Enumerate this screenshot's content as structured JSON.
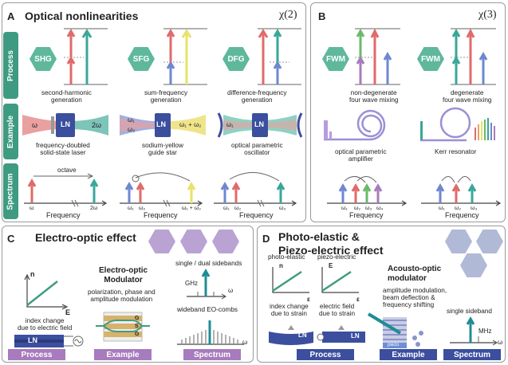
{
  "panel_a": {
    "letter": "A",
    "title": "Optical nonlinearities",
    "chi": "χ(2)",
    "rows": [
      "Process",
      "Example",
      "Spectrum"
    ],
    "processes": [
      {
        "tag": "SHG",
        "caption": "second-harmonic\ngeneration"
      },
      {
        "tag": "SFG",
        "caption": "sum-frequency\ngeneration"
      },
      {
        "tag": "DFG",
        "caption": "difference-frequency\ngeneration"
      }
    ],
    "examples": [
      {
        "caption": "frequency-doubled\nsolid-state laser",
        "in": "ω",
        "out": "2ω",
        "crystal": "LN"
      },
      {
        "caption": "sodium-yellow\nguide star",
        "in": "ω₁",
        "in2": "ω₂",
        "out": "ω₁ + ω₂",
        "crystal": "LN"
      },
      {
        "caption": "optical parametric\noscillator",
        "in": "ω₁",
        "crystal": "LN"
      }
    ],
    "spectra": [
      {
        "octave": "octave",
        "ticks": [
          "ω",
          "2ω"
        ],
        "axis": "Frequency"
      },
      {
        "ticks": [
          "ω₁",
          "ω₂",
          "ω₁ + ω₂"
        ],
        "axis": "Frequency"
      },
      {
        "ticks": [
          "ω₁",
          "ω₂",
          "ω₃"
        ],
        "axis": "Frequency"
      }
    ]
  },
  "panel_b": {
    "letter": "B",
    "chi": "χ(3)",
    "processes": [
      {
        "tag": "FWM",
        "caption": "non-degenerate\nfour wave mixing"
      },
      {
        "tag": "FWM",
        "caption": "degenerate\nfour wave mixing"
      }
    ],
    "examples": [
      "optical parametric\namplifier",
      "Kerr resonator"
    ],
    "spectra": [
      {
        "ticks": [
          "ω₁",
          "ω₂",
          "ω₃",
          "ω₄"
        ],
        "axis": "Frequency"
      },
      {
        "ticks": [
          "ω₁",
          "ω₂",
          "ω₃"
        ],
        "axis": "Frequency"
      }
    ]
  },
  "panel_c": {
    "letter": "C",
    "title": "Electro-optic effect",
    "graph": {
      "y": "n",
      "x": "E",
      "caption": "index change\ndue to electric field"
    },
    "modulator": {
      "title": "Electro-optic\nModulator",
      "caption": "polarization, phase and\namplitude modulation",
      "electrodes": [
        "G",
        "S",
        "G"
      ]
    },
    "spectrum": {
      "top": "single / dual sidebands",
      "ghz": "GHz",
      "omega": "ω",
      "bottom": "wideband EO-combs",
      "omega2": "ω"
    },
    "crystal": "LN",
    "footers": [
      "Process",
      "Example",
      "Spectrum"
    ]
  },
  "panel_d": {
    "letter": "D",
    "title": "Photo-elastic &\nPiezo-electric effect",
    "graphs": [
      {
        "label": "photo-elastic",
        "y": "n",
        "x": "ε",
        "caption": "index change\ndue to strain"
      },
      {
        "label": "piezo-electric",
        "y": "E",
        "x": "ε",
        "caption": "electric field\ndue to strain"
      }
    ],
    "modulator": {
      "title": "Acousto-optic\nmodulator",
      "caption": "amplitude modulation,\nbeam deflection &\nfrequency shifting",
      "piezo": "piezo"
    },
    "spectrum": {
      "top": "single sideband",
      "mhz": "MHz",
      "omega": "ω"
    },
    "crystal": "LN",
    "footers": [
      "Process",
      "Example",
      "Spectrum"
    ]
  },
  "colors": {
    "green": "#3e9b81",
    "blue": "#3b4f9e",
    "purple": "#a77bbd",
    "red": "#e06a6a",
    "teal": "#38a79a",
    "hex": "#5fb89c"
  }
}
